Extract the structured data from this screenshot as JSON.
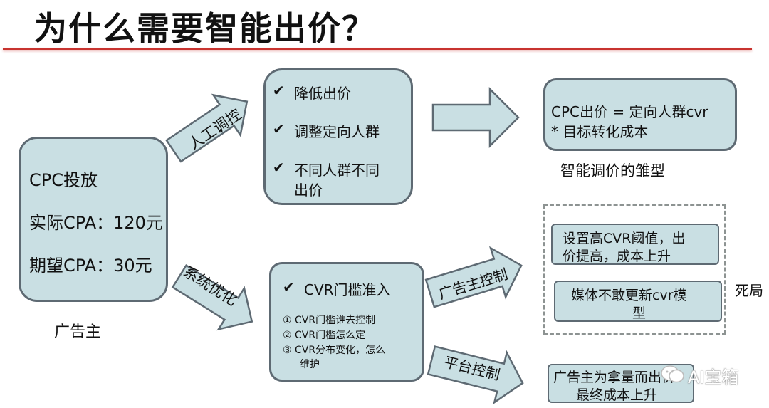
{
  "title": "为什么需要智能出价？",
  "advertiser": {
    "line1": "CPC投放",
    "line2": "实际CPA：120元",
    "line3": "期望CPA：30元",
    "caption": "广告主"
  },
  "arrows": {
    "manual": "人工调控",
    "system": "系统优化",
    "advertiser_control": "广告主控制",
    "platform_control": "平台控制"
  },
  "manual_box": {
    "items": [
      "降低出价",
      "调整定向人群",
      "不同人群不同",
      "出价"
    ]
  },
  "prototype_box": {
    "line1": "CPC出价 = 定向人群cvr",
    "line2": "* 目标转化成本",
    "caption": "智能调价的雏型"
  },
  "cvr_box": {
    "heading": "CVR门槛准入",
    "items": [
      "① CVR门槛谁去控制",
      "② CVR门槛怎么定",
      "③ CVR分布变化，怎么",
      "维护"
    ]
  },
  "deadlock": {
    "box1_line1": "设置高CVR阈值，出",
    "box1_line2": "价提高，成本上升",
    "box2_line1": "媒体不敢更新cvr模",
    "box2_line2": "型",
    "label": "死局"
  },
  "platform_box": {
    "line1": "广告主为拿量而出价",
    "line2": "最终成本上升"
  },
  "watermark": "AI宝箱",
  "icons": {
    "check": "check-icon",
    "wechat": "wechat-icon"
  },
  "colors": {
    "box_fill": "#c9dfe3",
    "box_border": "#5e6a73",
    "title_rule": "#c8332f"
  }
}
